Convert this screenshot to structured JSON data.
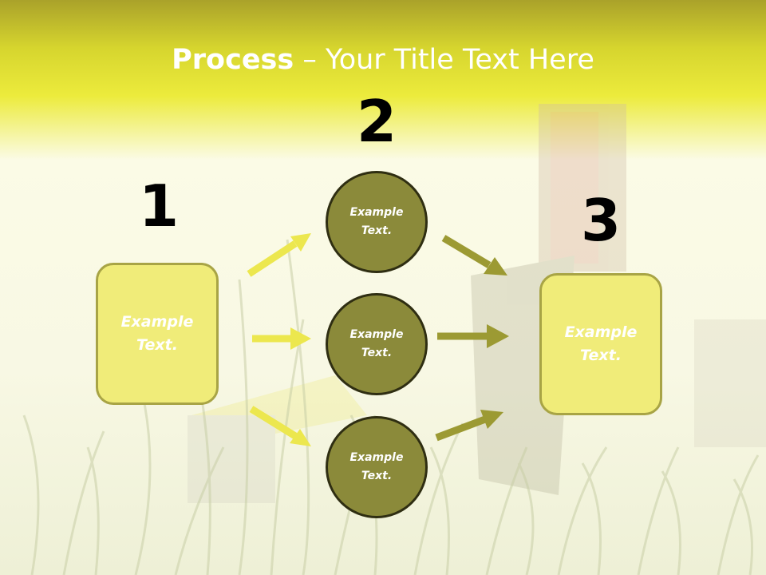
{
  "title": {
    "bold": "Process",
    "rest": " – Your Title Text Here"
  },
  "steps": [
    {
      "number": "1",
      "label": "Example\nText."
    },
    {
      "number": "2",
      "label": "Example\nText."
    },
    {
      "number": "3",
      "label": "Example\nText."
    }
  ],
  "circles": [
    {
      "label": "Example\nText."
    },
    {
      "label": "Example\nText."
    },
    {
      "label": "Example\nText."
    }
  ],
  "colors": {
    "left_arrows": "#ece74e",
    "right_arrows": "#9c9a33",
    "box_fill": "#f0ec79",
    "circle_fill": "#8b8a3a"
  }
}
